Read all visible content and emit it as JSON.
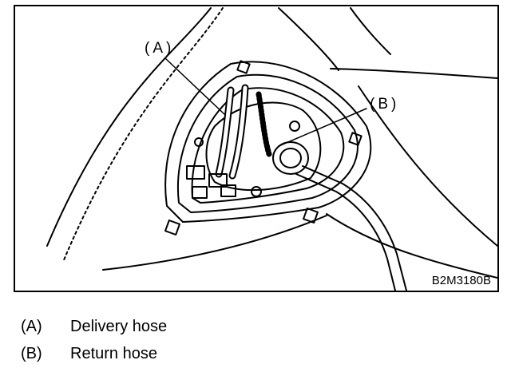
{
  "figure": {
    "callout_a": "(A)",
    "callout_b": "(B)",
    "figure_code": "B2M3180B"
  },
  "legend": [
    {
      "key": "(A)",
      "label": "Delivery hose"
    },
    {
      "key": "(B)",
      "label": "Return hose"
    }
  ]
}
